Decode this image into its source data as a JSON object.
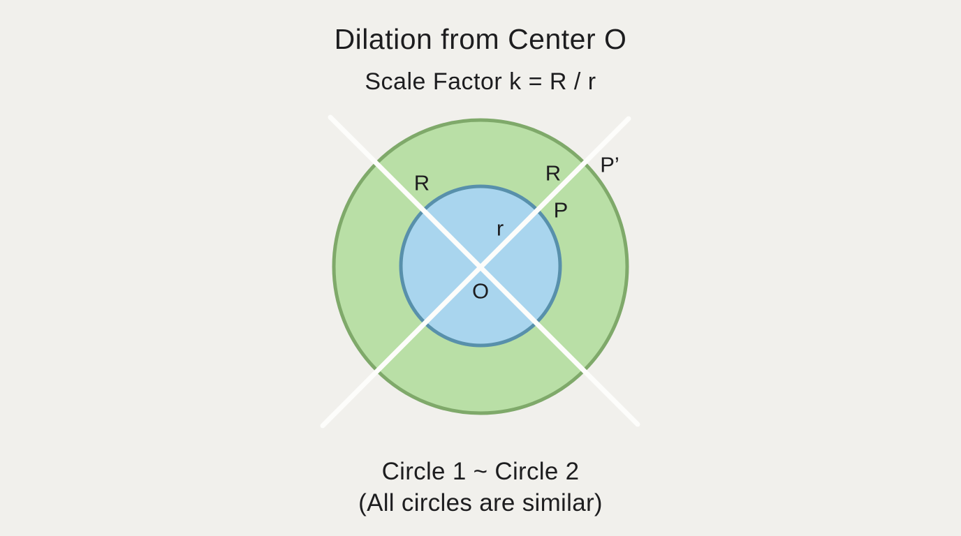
{
  "title": "Dilation from Center O",
  "subtitle": "Scale Factor k = R / r",
  "caption": {
    "line1": "Circle 1 ~ Circle 2",
    "line2": "(All circles are similar)"
  },
  "diagram": {
    "labels": {
      "outer_radius_left": "R",
      "outer_radius_right": "R",
      "image_point": "P’",
      "preimage_point": "P",
      "inner_radius": "r",
      "center": "O"
    },
    "colors": {
      "background": "#f1f0ec",
      "outer_circle_fill": "#b9dfa6",
      "outer_circle_stroke": "#7fa96a",
      "inner_circle_fill": "#a9d5ee",
      "inner_circle_stroke": "#5890ab",
      "ray_color": "#fdfdfb",
      "text_color": "#1d1d1f"
    }
  }
}
